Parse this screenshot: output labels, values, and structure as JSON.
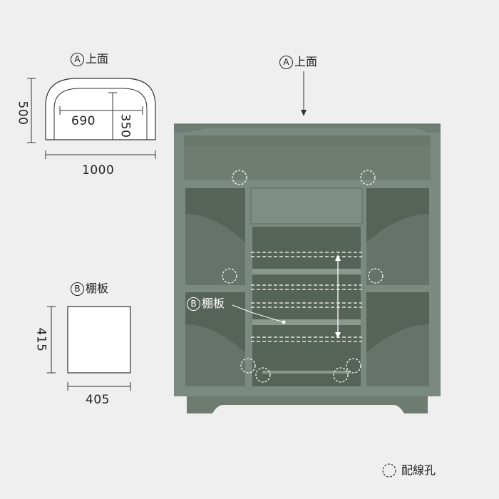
{
  "top_view": {
    "label_marker": "A",
    "label_text": "上面",
    "depth": "500",
    "width": "1000",
    "inner_width": "690",
    "inner_depth": "350"
  },
  "shelf_board": {
    "label_marker": "B",
    "label_text": "棚板",
    "height": "415",
    "width": "405"
  },
  "cabinet": {
    "top_label_marker": "A",
    "top_label_text": "上面",
    "shelf_label_marker": "B",
    "shelf_label_text": "棚板",
    "color": "#7b8a80"
  },
  "legend": {
    "text": "配線孔"
  }
}
